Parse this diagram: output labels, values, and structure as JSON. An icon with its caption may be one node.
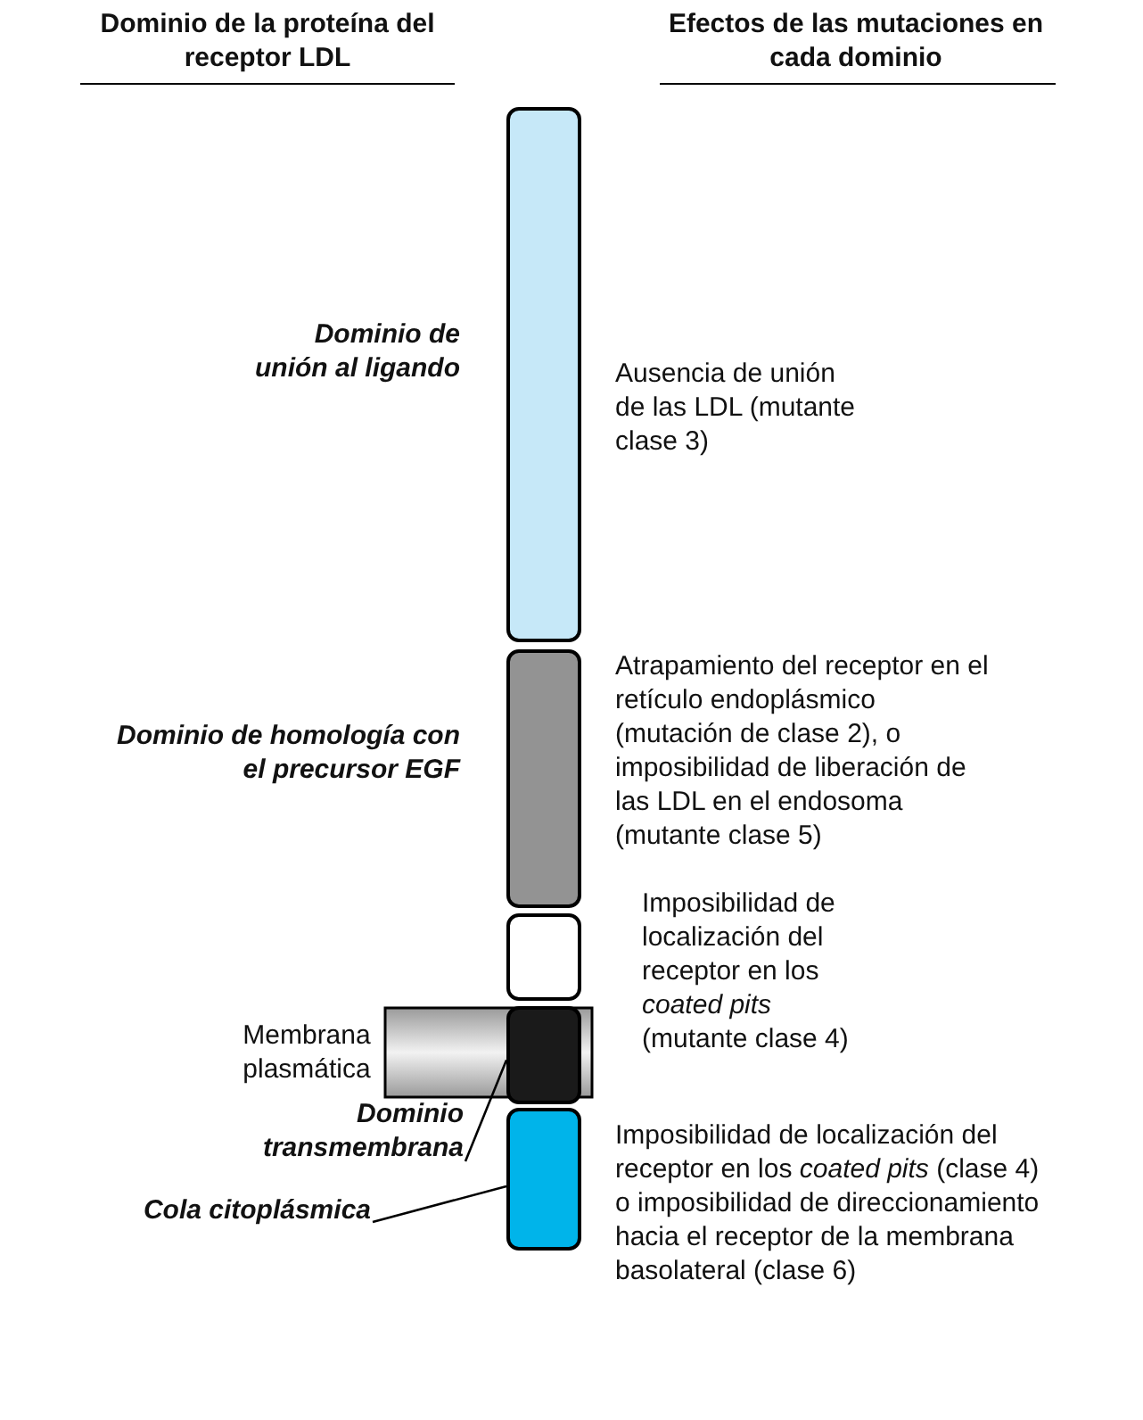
{
  "diagram": {
    "nodes": [
      {
        "text": [],
        "shape": "box"
      },
      {
        "text": [],
        "shape": "box"
      },
      {
        "text": [],
        "shape": "box"
      },
      {
        "text": [],
        "shape": "box"
      },
      {
        "text": [
          "Dominio transmembrana"
        ]
      },
      {
        "text": [],
        "shape": "box"
      },
      {
        "text": [
          "Cola citoplásmica"
        ]
      }
    ],
    "edges": [
      {
        "from": 4,
        "to": 3,
        "arrow": "none"
      },
      {
        "from": 6,
        "to": 5,
        "arrow": "none"
      }
    ],
    "labels": [
      "Dominio de la proteína del receptor LDL",
      "Efectos de las mutaciones en cada dominio",
      "Dominio de unión al ligando",
      "Ausencia de unión de las LDL (mutante clase 3)",
      "Dominio de homología con el precursor EGF",
      "Atrapamiento del receptor en el retículo endoplásmico (mutación de clase 2), o imposibilidad de liberación de las LDL en el endosoma (mutante clase 5)",
      "Imposibilidad de localización del receptor en los *coated pits* (mutante clase 4)",
      "Membrana plasmática",
      "Imposibilidad de localización del receptor en los *coated pits* (clase 4) o imposibilidad de direccionamiento hacia el receptor de la membrana basolateral (clase 6)"
    ]
  }
}
